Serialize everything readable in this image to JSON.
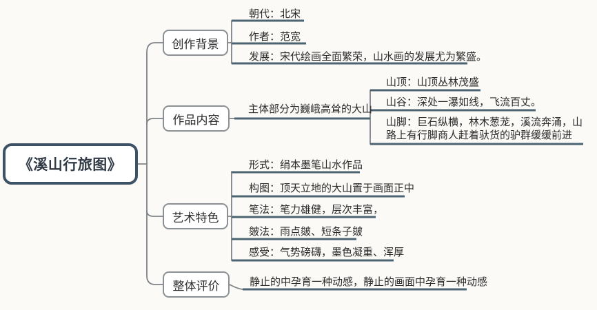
{
  "root": {
    "label": "《溪山行旅图》"
  },
  "branches": [
    {
      "label": "创作背景",
      "children": [
        {
          "text": "朝代：北宋"
        },
        {
          "text": "作者：范宽"
        },
        {
          "text": "发展：宋代绘画全面繁荣，山水画的发展尤为繁盛。"
        }
      ]
    },
    {
      "label": "作品内容",
      "children": [
        {
          "text": "主体部分为巍峨高耸的大山",
          "children": [
            {
              "text": "山顶：山顶丛林茂盛"
            },
            {
              "text": "山谷：深处一瀑如线，飞流百丈。"
            },
            {
              "text": "山脚：巨石纵横，林木葱茏，溪流奔涌，山路上有行脚商人赶着驮货的驴群缓缓前进"
            }
          ]
        }
      ]
    },
    {
      "label": "艺术特色",
      "children": [
        {
          "text": "形式：绢本墨笔山水作品"
        },
        {
          "text": "构图：顶天立地的大山置于画面正中"
        },
        {
          "text": "笔法：笔力雄健，层次丰富，"
        },
        {
          "text": "皴法：雨点皴、短条子皴"
        },
        {
          "text": "感受：气势磅礴，墨色凝重、浑厚"
        }
      ]
    },
    {
      "label": "整体评价",
      "children": [
        {
          "text": "静止的中孕育一种动感，静止的画面中孕育一种动感"
        }
      ]
    }
  ],
  "colors": {
    "root_border": "#3d5365",
    "branch_border": "#8b9094",
    "connector": "#7e8387",
    "underline": "#4c6471",
    "background": "#fbfaf7",
    "text": "#2b2b2b"
  }
}
